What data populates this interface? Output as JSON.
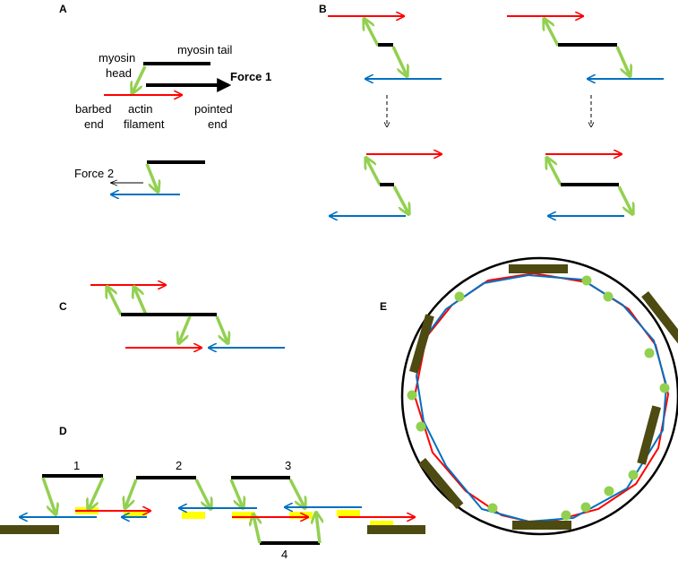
{
  "panels": {
    "a": "A",
    "b": "B",
    "c": "C",
    "d": "D",
    "e": "E"
  },
  "panel_a": {
    "myosin": "myosin",
    "head": "head",
    "tail": "myosin  tail",
    "force1": "Force 1",
    "barbed": "barbed",
    "barbed_end": "end",
    "actin": "actin",
    "filament": "filament",
    "pointed": "pointed",
    "pointed_end": "end",
    "force2": "Force 2"
  },
  "panel_d": {
    "n1": "1",
    "n2": "2",
    "n3": "3",
    "n4": "4"
  },
  "colors": {
    "actin_red": "#ff0000",
    "actin_blue": "#0070c0",
    "myosin_head": "#92d050",
    "myosin_tail": "#000000",
    "highlight": "#ffff00",
    "anchor": "#4d4a12"
  }
}
